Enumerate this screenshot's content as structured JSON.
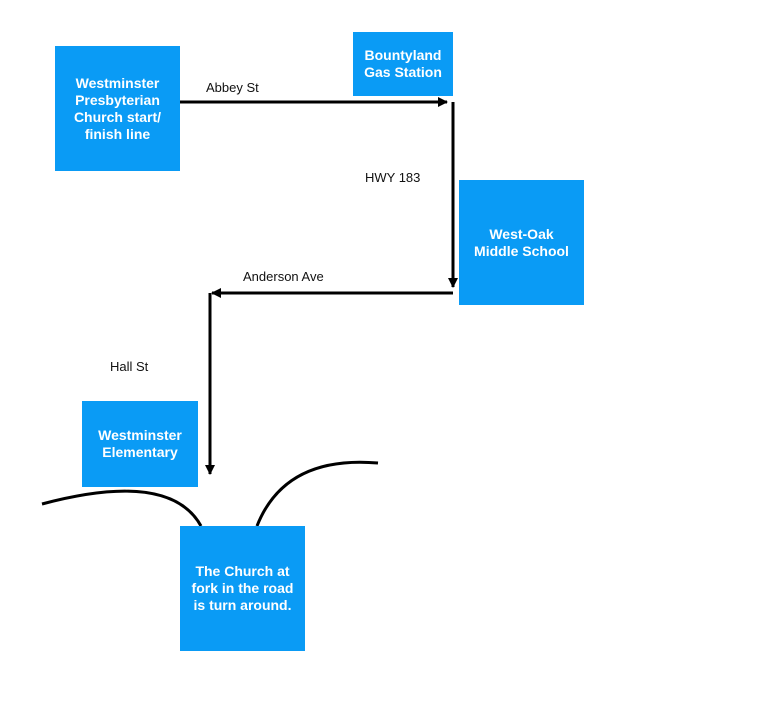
{
  "colors": {
    "box_fill": "#0a9bf5",
    "box_text": "#ffffff",
    "line": "#000000"
  },
  "boxes": {
    "start": "Westminster\nPresbyterian\nChurch start/\nfinish line",
    "gas": "Bountyland\nGas Station",
    "westoak": "West-Oak\nMiddle School",
    "elementary": "Westminster\nElementary",
    "turnaround": "The Church at\nfork in the road\nis turn around."
  },
  "streets": {
    "abbey": "Abbey St",
    "hwy": "HWY 183",
    "anderson": "Anderson Ave",
    "hall": "Hall St"
  }
}
